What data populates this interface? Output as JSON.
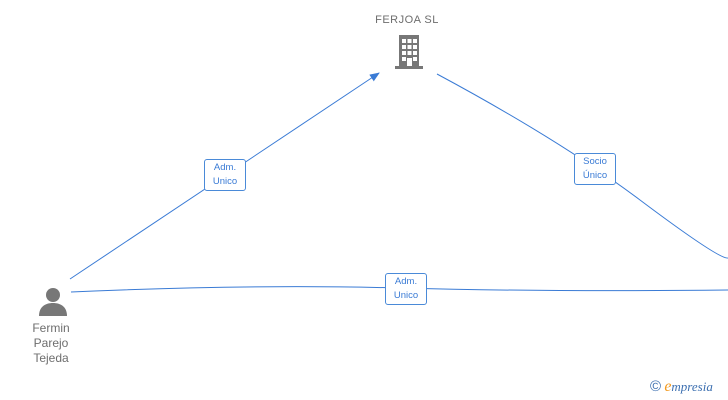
{
  "nodes": {
    "company": {
      "name": "FERJOA SL",
      "icon": "building-icon"
    },
    "person": {
      "name_lines": [
        "Fermin",
        "Parejo",
        "Tejeda"
      ],
      "icon": "person-icon"
    }
  },
  "edges": {
    "person_to_company": {
      "label_lines": [
        "Adm.",
        "Unico"
      ]
    },
    "company_to_offscreen": {
      "label_lines": [
        "Socio",
        "Único"
      ]
    },
    "person_to_offscreen": {
      "label_lines": [
        "Adm.",
        "Unico"
      ]
    }
  },
  "watermark": {
    "copyright_symbol": "©",
    "brand_initial": "e",
    "brand_rest": "mpresia"
  },
  "colors": {
    "edge": "#3a7bd5",
    "icon": "#777777",
    "text": "#6e6e6e",
    "brand_orange": "#f39a1e"
  }
}
